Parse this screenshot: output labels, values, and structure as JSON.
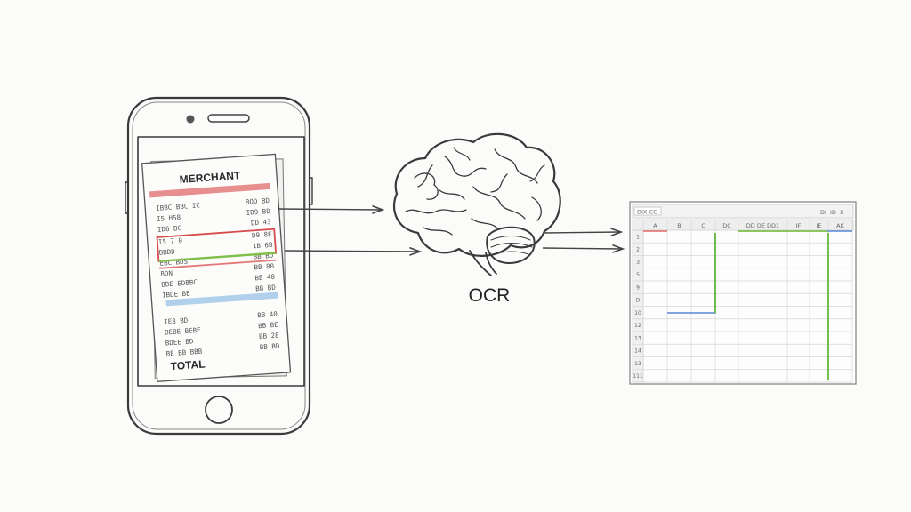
{
  "receipt": {
    "merchant": "MERCHANT",
    "total": "TOTAL",
    "rows": [
      {
        "left": "IBBC BBC IC",
        "right": "BOD BD"
      },
      {
        "left": "I5 H58",
        "right": "ID9 BD"
      },
      {
        "left": "ID6 BC",
        "right": "DD 43"
      },
      {
        "left": "I5 7 0",
        "right": "D9 8E"
      },
      {
        "left": "BBDD",
        "right": "1B 6B"
      },
      {
        "left": "EBC BDS",
        "right": "BB BD"
      },
      {
        "left": "BDN",
        "right": "BB 80"
      },
      {
        "left": "BBE EDBBC",
        "right": "BB 40"
      },
      {
        "left": "1BDE BE",
        "right": "BB BD"
      },
      {
        "left": "IE8 BD",
        "right": "BB 40"
      },
      {
        "left": "BEBE BEBE",
        "right": "BB BE"
      },
      {
        "left": "BDEE BD",
        "right": "BB 28"
      },
      {
        "left": "BE BB BBB",
        "right": "BB BD"
      }
    ]
  },
  "ocr_label": "OCR",
  "spreadsheet": {
    "name_box": "DIX CC",
    "window_buttons": [
      "DI",
      "ID",
      "X"
    ],
    "columns": [
      "A",
      "B",
      "C",
      "DC",
      "DD DE DD1",
      "IF",
      "IE",
      "AK"
    ],
    "rows": [
      "1",
      "2",
      "3",
      "5",
      "9",
      "D",
      "10",
      "12",
      "13",
      "14",
      "13",
      "111"
    ]
  },
  "colors": {
    "ink": "#3a3a3a",
    "red_highlight": "#e06a6a",
    "green_highlight": "#7fbf4a",
    "blue_highlight": "#9cc4e8",
    "chart_green": "#66b83a",
    "chart_blue": "#5a8ad0"
  }
}
